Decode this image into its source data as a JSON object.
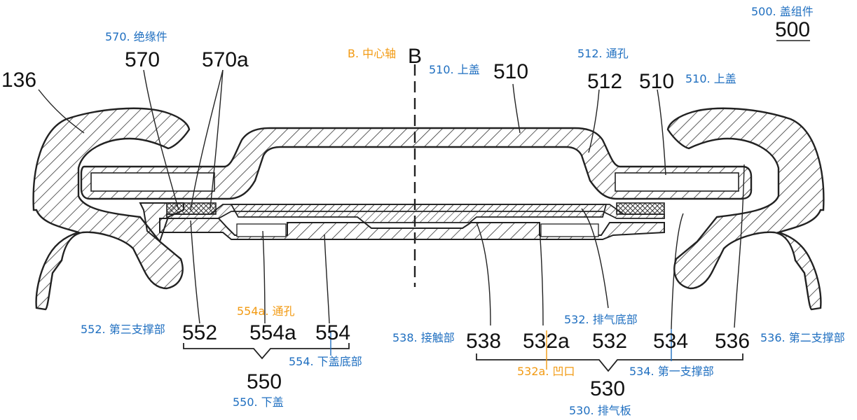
{
  "figure_number": "500",
  "colors": {
    "line": "#222222",
    "hatch": "#333333",
    "blue": "#1f6fc0",
    "orange": "#f29a12"
  },
  "reference_numerals": {
    "r500": "500",
    "r570": "570",
    "r570a": "570a",
    "r136": "136",
    "rB": "B",
    "r510_top": "510",
    "r512": "512",
    "r510_right": "510",
    "r552": "552",
    "r554a": "554a",
    "r554": "554",
    "r550": "550",
    "r538": "538",
    "r532a": "532a",
    "r532": "532",
    "r534": "534",
    "r536": "536",
    "r530": "530"
  },
  "annotations": {
    "a500": "500. 盖组件",
    "a570": "570. 绝缘件",
    "aB": "B. 中心轴",
    "a510_top": "510. 上盖",
    "a512": "512. 通孔",
    "a510_right": "510. 上盖",
    "a552": "552. 第三支撑部",
    "a554a": "554a. 通孔",
    "a554": "554. 下盖底部",
    "a550": "550. 下盖",
    "a538": "538. 接触部",
    "a532": "532. 排气底部",
    "a532a": "532a. 凹口",
    "a534": "534. 第一支撑部",
    "a536": "536. 第二支撑部",
    "a530": "530. 排气板"
  }
}
